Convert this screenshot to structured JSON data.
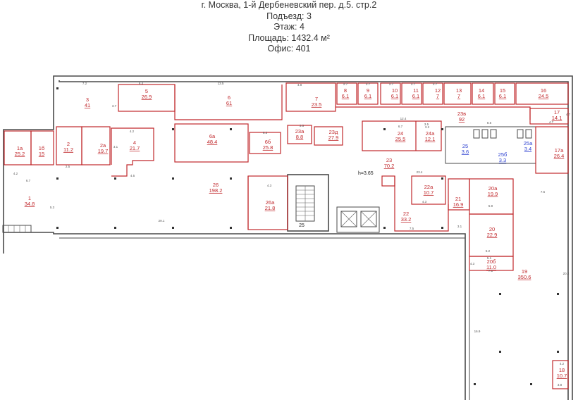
{
  "header": {
    "address": "г. Москва, 1-й Дербеневский пер. д.5. стр.2",
    "entrance": "Подъезд: 3",
    "floor": "Этаж: 4",
    "area": "Площадь: 1432.4 м²",
    "office": "Офис: 401"
  },
  "colors": {
    "room_outline": "#c0282c",
    "wall": "#4a4a4a",
    "blue_label": "#2b3fd0"
  },
  "height_mark": "h=3.65",
  "stair_label": "25",
  "rooms": [
    {
      "id": "1",
      "area": "34.8"
    },
    {
      "id": "1а",
      "area": "25.2"
    },
    {
      "id": "1б",
      "area": "15"
    },
    {
      "id": "2",
      "area": "11.2"
    },
    {
      "id": "2а",
      "area": "19.7"
    },
    {
      "id": "3",
      "area": "41"
    },
    {
      "id": "4",
      "area": "21.7"
    },
    {
      "id": "5",
      "area": "26.9"
    },
    {
      "id": "6",
      "area": "61"
    },
    {
      "id": "6а",
      "area": "48.4"
    },
    {
      "id": "6б",
      "area": "25.8"
    },
    {
      "id": "7",
      "area": "23.5"
    },
    {
      "id": "8",
      "area": "6.1"
    },
    {
      "id": "9",
      "area": "6.1"
    },
    {
      "id": "10",
      "area": "6.1"
    },
    {
      "id": "11",
      "area": "6.1"
    },
    {
      "id": "12",
      "area": "7"
    },
    {
      "id": "13",
      "area": "7"
    },
    {
      "id": "14",
      "area": "6.1"
    },
    {
      "id": "15",
      "area": "6.1"
    },
    {
      "id": "16",
      "area": "24.5"
    },
    {
      "id": "17",
      "area": "14.1"
    },
    {
      "id": "17а",
      "area": "26.4"
    },
    {
      "id": "18",
      "area": "10.7"
    },
    {
      "id": "19",
      "area": "350.6"
    },
    {
      "id": "20",
      "area": "22.9"
    },
    {
      "id": "20а",
      "area": "19.9"
    },
    {
      "id": "20б",
      "area": "11.0"
    },
    {
      "id": "21",
      "area": "16.9"
    },
    {
      "id": "22",
      "area": "33.2"
    },
    {
      "id": "22а",
      "area": "10.7"
    },
    {
      "id": "23",
      "area": "70.2"
    },
    {
      "id": "23а",
      "area": "8.8"
    },
    {
      "id": "23в",
      "area": "92"
    },
    {
      "id": "23д",
      "area": "27.9"
    },
    {
      "id": "24",
      "area": "25.5"
    },
    {
      "id": "24а",
      "area": "12.1"
    },
    {
      "id": "25",
      "area": "3.6"
    },
    {
      "id": "25а",
      "area": "3.4"
    },
    {
      "id": "25б",
      "area": "3.3"
    },
    {
      "id": "26",
      "area": "198.2"
    },
    {
      "id": "26а",
      "area": "21.8"
    }
  ],
  "dims": [
    "7.2",
    "6.4",
    "13.5",
    "4.8",
    "2.7",
    "2.7",
    "2.7",
    "2.7",
    "2.7",
    "4.7",
    "3.7",
    "4.2",
    "2.5",
    "4.2",
    "6.7",
    "5.3",
    "3.5",
    "3.5",
    "4.5",
    "3.1",
    "6.3",
    "3.2",
    "6.7",
    "8.5",
    "4.7",
    "12.4",
    "23.4",
    "4.3",
    "4.3",
    "5.9",
    "5.2",
    "3.1",
    "4.3",
    "5.1",
    "29.1",
    "7.5",
    "20.2",
    "16.9",
    "7.6",
    "7.1",
    "4.2",
    "3.8"
  ]
}
